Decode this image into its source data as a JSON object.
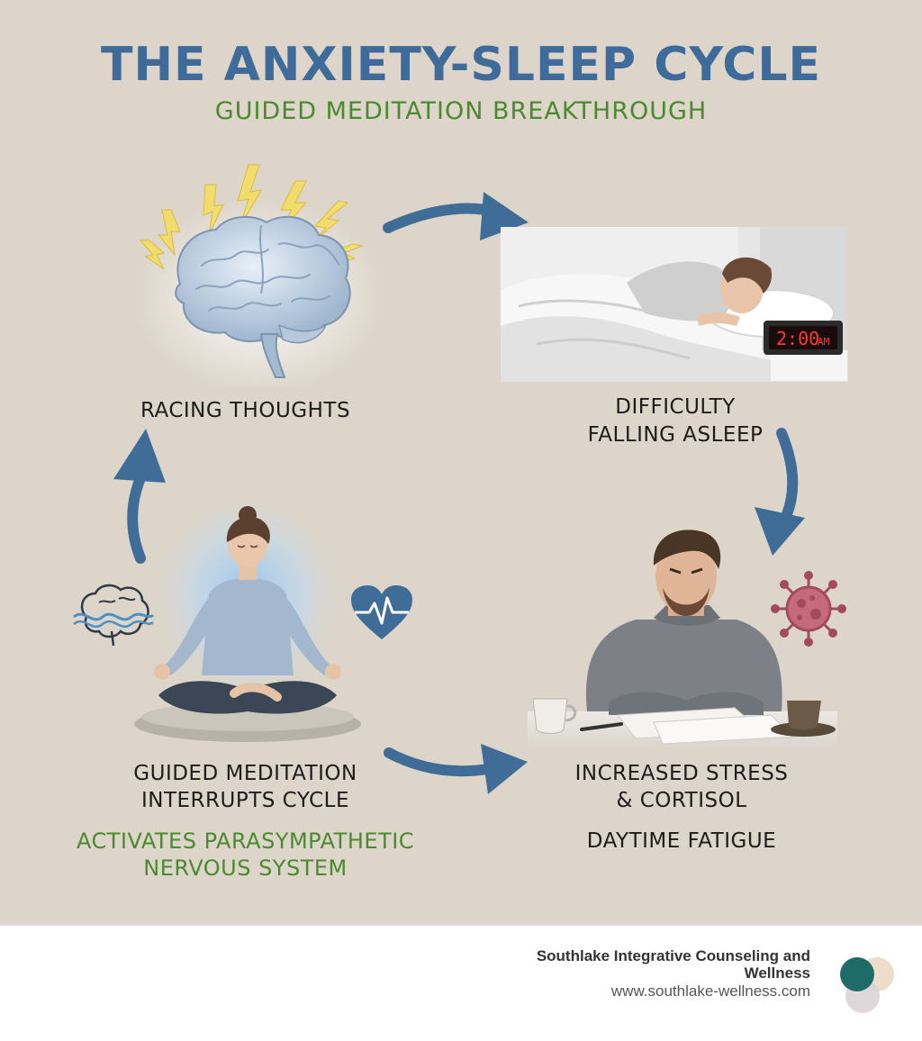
{
  "header": {
    "title": "THE ANXIETY-SLEEP CYCLE",
    "subtitle": "GUIDED MEDITATION BREAKTHROUGH"
  },
  "steps": [
    {
      "label": "RACING THOUGHTS",
      "icon": "brain-lightning-illustration"
    },
    {
      "label_line1": "DIFFICULTY",
      "label_line2": "FALLING ASLEEP",
      "icon": "woman-in-bed-photo",
      "clock_text": "2:00",
      "clock_suffix": "AM"
    },
    {
      "label_line1": "INCREASED STRESS",
      "label_line2": "& CORTISOL",
      "label_extra": "DAYTIME FATIGUE",
      "icon": "stressed-man-photo"
    },
    {
      "label_line1": "GUIDED MEDITATION",
      "label_line2": "INTERRUPTS CYCLE",
      "label_extra1": "ACTIVATES PARASYMPATHETIC",
      "label_extra2": "NERVOUS SYSTEM",
      "icon": "meditating-woman-illustration"
    }
  ],
  "footer": {
    "org_line1": "Southlake Integrative Counseling and",
    "org_line2": "Wellness",
    "url": "www.southlake-wellness.com"
  },
  "colors": {
    "background": "#ddd5ca",
    "title": "#3e6b99",
    "accent_green": "#4a8a2e",
    "arrow": "#3f6d98"
  }
}
